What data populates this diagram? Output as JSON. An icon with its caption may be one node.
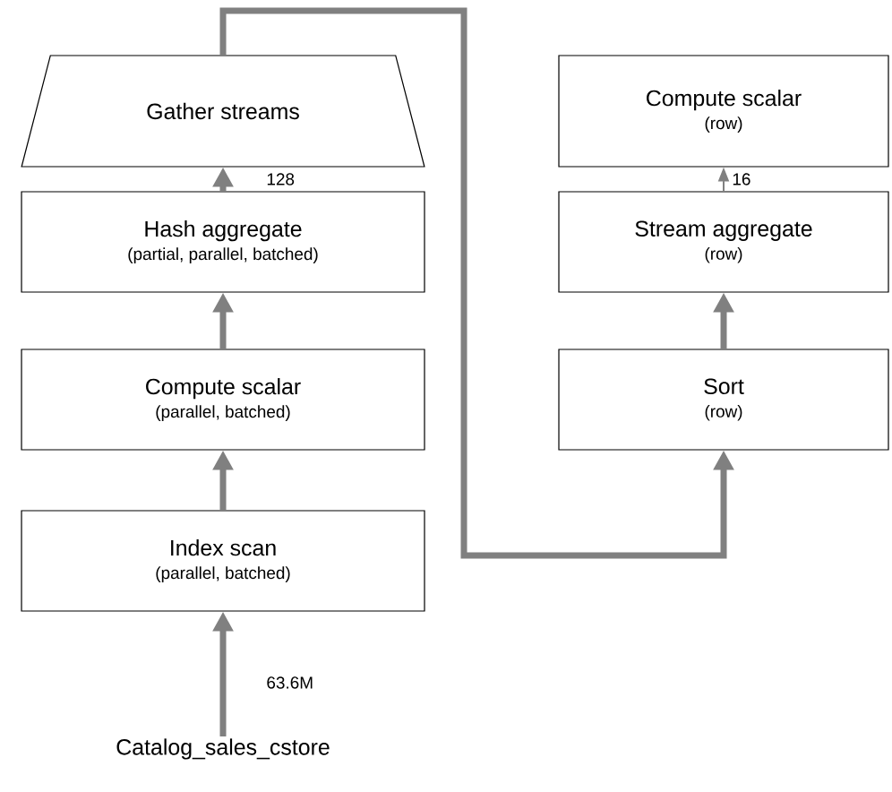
{
  "diagram": {
    "nodes": [
      {
        "text": [
          "Gather streams"
        ]
      },
      {
        "text": [
          "Hash aggregate",
          "(partial, parallel, batched)"
        ]
      },
      {
        "text": [
          "Compute scalar",
          "(parallel, batched)"
        ]
      },
      {
        "text": [
          "Index scan",
          "(parallel, batched)"
        ]
      },
      {
        "text": [
          "Catalog_sales_cstore"
        ]
      },
      {
        "text": [
          "Compute scalar",
          "(row)"
        ]
      },
      {
        "text": [
          "Stream aggregate",
          "(row)"
        ]
      },
      {
        "text": [
          "Sort",
          "(row)"
        ]
      }
    ],
    "edges": [
      {
        "from": 4,
        "to": 3,
        "arrow": "to",
        "label": "63.6M"
      },
      {
        "from": 3,
        "to": 2,
        "arrow": "to"
      },
      {
        "from": 2,
        "to": 1,
        "arrow": "to"
      },
      {
        "from": 1,
        "to": 0,
        "arrow": "to",
        "label": "128"
      },
      {
        "from": 0,
        "to": 7,
        "arrow": "to"
      },
      {
        "from": 7,
        "to": 6,
        "arrow": "to"
      },
      {
        "from": 6,
        "to": 5,
        "arrow": "to",
        "label": "16"
      }
    ]
  }
}
